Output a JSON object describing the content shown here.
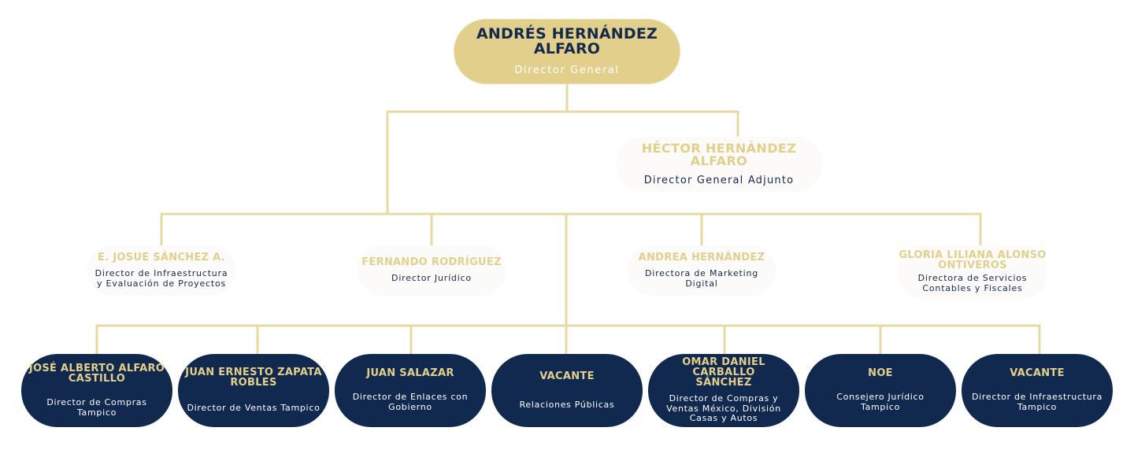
{
  "colors": {
    "gold": "#e2cf8c",
    "navy": "#11294e",
    "light_box": "#fcfbf9",
    "connector": "#e8d9a2"
  },
  "director_general": {
    "name": "ANDRÉS HERNÁNDEZ ALFARO",
    "role": "Director General"
  },
  "director_adjunto": {
    "name": "HÉCTOR HERNÁNDEZ ALFARO",
    "role": "Director General Adjunto"
  },
  "level2": [
    {
      "name": "E. JOSUE SÁNCHEZ A.",
      "role": "Director de Infraestructura\ny Evaluación de Proyectos"
    },
    {
      "name": "FERNANDO RODRÍGUEZ",
      "role": "Director Jurídico"
    },
    {
      "name": "ANDREA HERNÁNDEZ",
      "role": "Directora de Marketing\nDigital"
    },
    {
      "name": "GLORIA LILIANA ALONSO\nONTIVEROS",
      "role": "Directora de Servicios\nContables y Fiscales"
    }
  ],
  "level3": [
    {
      "name": "JOSÉ ALBERTO ALFARO\nCASTILLO",
      "role": "Director de Compras\nTampico"
    },
    {
      "name": "JUAN ERNESTO ZAPATA\nROBLES",
      "role": "Director de Ventas Tampico"
    },
    {
      "name": "JUAN SALAZAR",
      "role": "Director de Enlaces con\nGobierno"
    },
    {
      "name": "VACANTE",
      "role": "Relaciones Públicas"
    },
    {
      "name": "OMAR DANIEL CARBALLO\nSÁNCHEZ",
      "role": "Director de Compras y\nVentas México, División\nCasas y Autos"
    },
    {
      "name": "NOE",
      "role": "Consejero Jurídico\nTampico"
    },
    {
      "name": "VACANTE",
      "role": "Director de Infraestructura\nTampico"
    }
  ]
}
